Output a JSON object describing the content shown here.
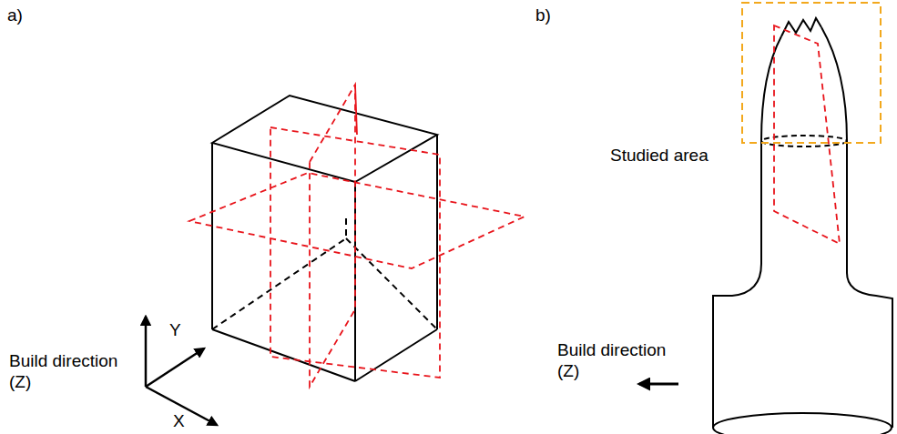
{
  "diagram": {
    "labels": [
      "a)",
      "b)",
      "Build direction (Z)",
      "Y",
      "X",
      "Studied area",
      "Build direction (Z)"
    ]
  }
}
